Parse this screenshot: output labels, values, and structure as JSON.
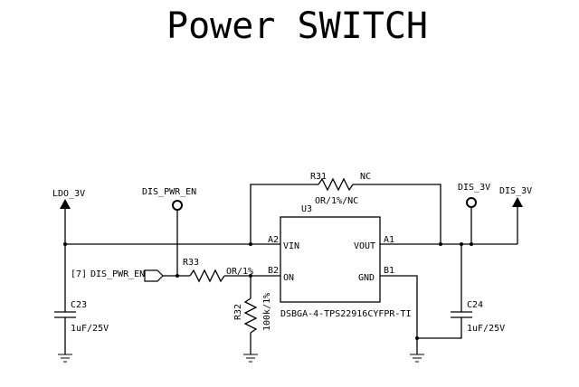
{
  "title": "Power SWITCH",
  "nets": {
    "ldo": "LDO_3V",
    "dis_pwr_en_top": "DIS_PWR_EN",
    "dis_pwr_en_in_ref": "[7]",
    "dis_pwr_en_in": "DIS_PWR_EN",
    "dis3v_a": "DIS_3V",
    "dis3v_b": "DIS_3V"
  },
  "ic": {
    "ref": "U3",
    "part": "DSBGA-4-TPS22916CYFPR-TI",
    "pins": [
      {
        "num": "A2",
        "name": "VIN"
      },
      {
        "num": "B2",
        "name": "ON"
      },
      {
        "num": "A1",
        "name": "VOUT"
      },
      {
        "num": "B1",
        "name": "GND"
      }
    ]
  },
  "components": {
    "r31": {
      "ref": "R31",
      "value": "OR/1%/NC",
      "note": "NC"
    },
    "r33": {
      "ref": "R33",
      "value": "OR/1%"
    },
    "r32": {
      "ref": "R32",
      "value": "100k/1%"
    },
    "c23": {
      "ref": "C23",
      "value": "1uF/25V"
    },
    "c24": {
      "ref": "C24",
      "value": "1uF/25V"
    }
  }
}
